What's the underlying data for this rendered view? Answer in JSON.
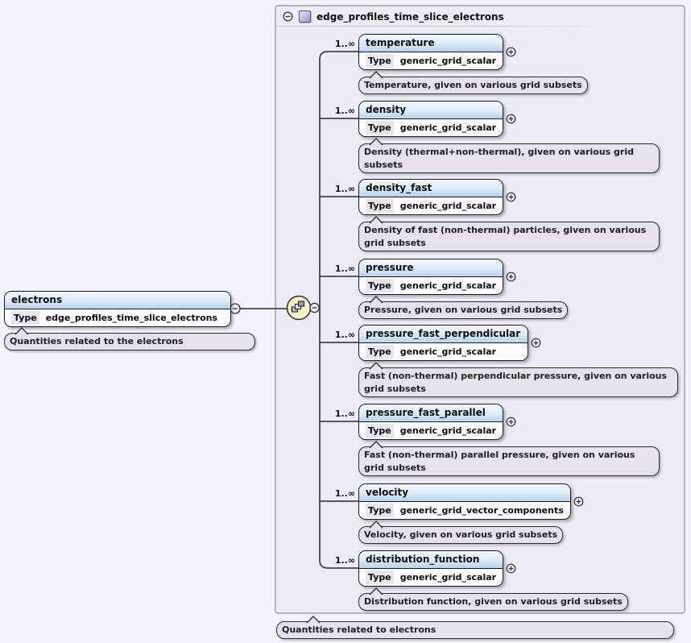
{
  "diagram": {
    "container": {
      "title": "edge_profiles_time_slice_electrons",
      "annotation": "Quantities related to electrons"
    },
    "root": {
      "name": "electrons",
      "type_label": "Type",
      "type": "edge_profiles_time_slice_electrons",
      "annotation": "Quantities related to the electrons"
    },
    "children": [
      {
        "cardinality": "1..∞",
        "name": "temperature",
        "type_label": "Type",
        "type": "generic_grid_scalar",
        "annotation": "Temperature, given on various grid subsets"
      },
      {
        "cardinality": "1..∞",
        "name": "density",
        "type_label": "Type",
        "type": "generic_grid_scalar",
        "annotation": "Density (thermal+non-thermal), given on various grid subsets"
      },
      {
        "cardinality": "1..∞",
        "name": "density_fast",
        "type_label": "Type",
        "type": "generic_grid_scalar",
        "annotation": "Density of fast (non-thermal) particles, given on various grid subsets"
      },
      {
        "cardinality": "1..∞",
        "name": "pressure",
        "type_label": "Type",
        "type": "generic_grid_scalar",
        "annotation": "Pressure, given on various grid subsets"
      },
      {
        "cardinality": "1..∞",
        "name": "pressure_fast_perpendicular",
        "type_label": "Type",
        "type": "generic_grid_scalar",
        "annotation": "Fast (non-thermal) perpendicular pressure, given on various grid subsets"
      },
      {
        "cardinality": "1..∞",
        "name": "pressure_fast_parallel",
        "type_label": "Type",
        "type": "generic_grid_scalar",
        "annotation": "Fast (non-thermal) parallel pressure, given on various grid subsets"
      },
      {
        "cardinality": "1..∞",
        "name": "velocity",
        "type_label": "Type",
        "type": "generic_grid_vector_components",
        "annotation": "Velocity, given on various grid subsets"
      },
      {
        "cardinality": "1..∞",
        "name": "distribution_function",
        "type_label": "Type",
        "type": "generic_grid_scalar",
        "annotation": "Distribution function, given on various grid subsets"
      }
    ],
    "colors": {
      "page_background": "#f5f3fa",
      "container_fill": "#edebf3",
      "container_border": "#b3b1ba",
      "element_header_gradient_top": "#f3f9fd",
      "element_header_gradient_bottom": "#b7d3ee",
      "annotation_fill": "#e5e2ec",
      "compositor_fill": "#f6f2c8",
      "model_group_icon_fill": "#c5b8dd",
      "wire": "#454548"
    }
  }
}
